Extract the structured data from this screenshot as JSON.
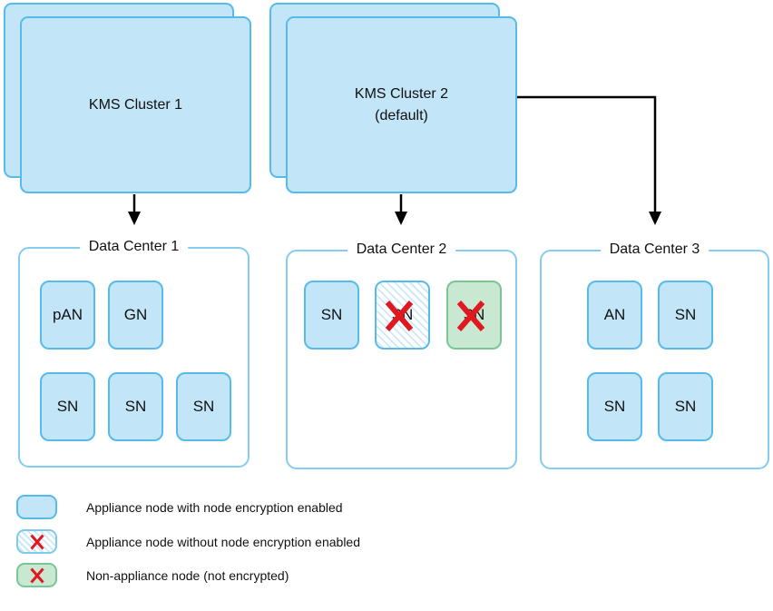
{
  "clusters": [
    {
      "label": "KMS Cluster 1",
      "sublabel": ""
    },
    {
      "label": "KMS Cluster 2",
      "sublabel": "(default)"
    }
  ],
  "data_centers": [
    {
      "title": "Data Center 1",
      "nodes": [
        {
          "label": "pAN",
          "type": "appliance-encrypted",
          "crossed": false
        },
        {
          "label": "GN",
          "type": "appliance-encrypted",
          "crossed": false
        },
        {
          "label": "SN",
          "type": "appliance-encrypted",
          "crossed": false
        },
        {
          "label": "SN",
          "type": "appliance-encrypted",
          "crossed": false
        },
        {
          "label": "SN",
          "type": "appliance-encrypted",
          "crossed": false
        }
      ]
    },
    {
      "title": "Data Center 2",
      "nodes": [
        {
          "label": "SN",
          "type": "appliance-encrypted",
          "crossed": false
        },
        {
          "label": "SN",
          "type": "appliance-not-encrypted",
          "crossed": true
        },
        {
          "label": "SN",
          "type": "non-appliance",
          "crossed": true
        }
      ]
    },
    {
      "title": "Data Center 3",
      "nodes": [
        {
          "label": "AN",
          "type": "appliance-encrypted",
          "crossed": false
        },
        {
          "label": "SN",
          "type": "appliance-encrypted",
          "crossed": false
        },
        {
          "label": "SN",
          "type": "appliance-encrypted",
          "crossed": false
        },
        {
          "label": "SN",
          "type": "appliance-encrypted",
          "crossed": false
        }
      ]
    }
  ],
  "legend": [
    {
      "swatch": "appliance-encrypted",
      "label": "Appliance node with node encryption enabled"
    },
    {
      "swatch": "appliance-not-encrypted",
      "label": "Appliance node without node encryption enabled"
    },
    {
      "swatch": "non-appliance",
      "label": "Non-appliance node (not encrypted)"
    }
  ],
  "colors": {
    "node_fill": "#c2e5f8",
    "node_border": "#56bbe8",
    "dc_border": "#85ccf0",
    "green_fill": "#c9e8d2",
    "green_border": "#79c694",
    "hatch_stripe": "#cde9f8",
    "cross_red": "#e0181f",
    "connector_black": "#000000"
  }
}
